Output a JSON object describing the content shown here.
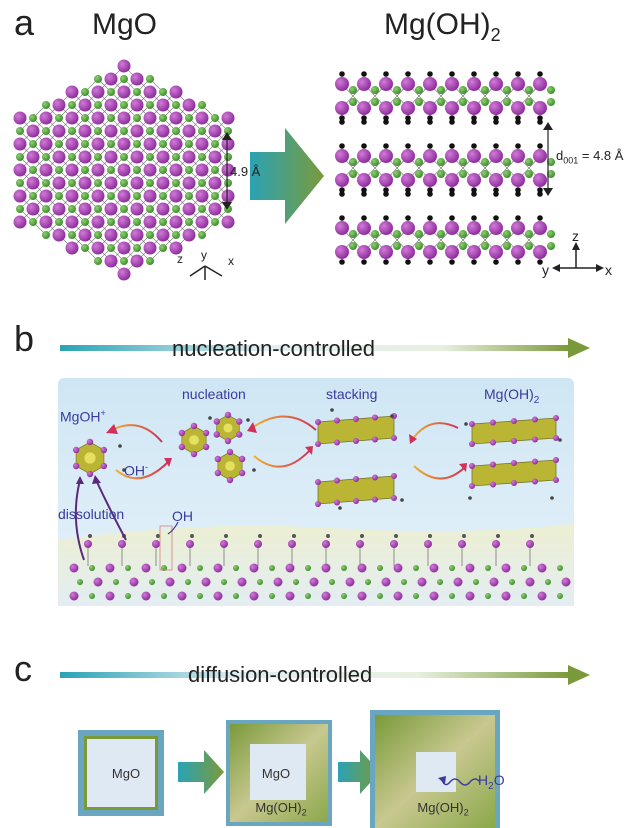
{
  "panels": {
    "a": {
      "letter": "a",
      "left_title": "MgO",
      "right_title_main": "Mg(OH)",
      "right_title_sub": "2",
      "mgo_spacing": "4.9 Å",
      "d_label_main": "d",
      "d_label_sub": "001",
      "d_label_value": " = 4.8 Å",
      "mgo_axes": [
        "z",
        "y",
        "x"
      ],
      "mgoh_axes": [
        "z",
        "y",
        "x"
      ]
    },
    "b": {
      "letter": "b",
      "banner": "nucleation-controlled",
      "labels": {
        "mgoh_ion_main": "MgOH",
        "mgoh_ion_sup": "+",
        "oh_ion_main": "OH",
        "oh_ion_sup": "-",
        "nucleation": "nucleation",
        "stacking": "stacking",
        "product_main": "Mg(OH)",
        "product_sub": "2",
        "dissolution": "dissolution",
        "oh": "OH"
      }
    },
    "c": {
      "letter": "c",
      "banner": "diffusion-controlled",
      "box1_label": "MgO",
      "box2_inner": "MgO",
      "box2_outer_main": "Mg(OH)",
      "box2_outer_sub": "2",
      "box3_outer_main": "Mg(OH)",
      "box3_outer_sub": "2",
      "water_main": "H",
      "water_sub": "2",
      "water_tail": "O"
    }
  },
  "colors": {
    "mg_atom": "#8a2a9a",
    "o_atom": "#3a8a2a",
    "h_atom": "#111111",
    "arrow_teal": "#2aa3b5",
    "arrow_olive": "#7a9a3a",
    "label_blue": "#3a3aa0"
  }
}
